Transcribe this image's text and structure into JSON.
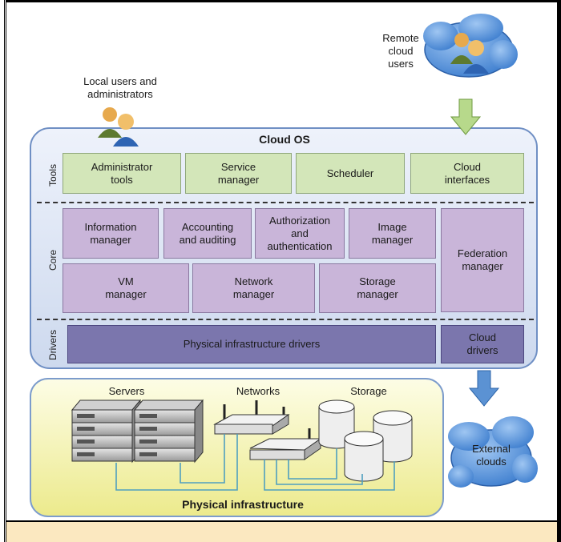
{
  "remote_users_label": "Remote\ncloud\nusers",
  "local_users_label": "Local users and\nadministrators",
  "cloud_os_title": "Cloud OS",
  "sections": {
    "tools": "Tools",
    "core": "Core",
    "drivers": "Drivers"
  },
  "tools": {
    "admin": "Administrator\ntools",
    "service": "Service\nmanager",
    "scheduler": "Scheduler",
    "cloud_if": "Cloud\ninterfaces"
  },
  "core": {
    "info": "Information\nmanager",
    "accounting": "Accounting\nand auditing",
    "authz": "Authorization\nand\nauthentication",
    "image": "Image\nmanager",
    "federation": "Federation\nmanager",
    "vm": "VM\nmanager",
    "network": "Network\nmanager",
    "storage": "Storage\nmanager"
  },
  "drivers": {
    "phys": "Physical infrastructure drivers",
    "cloud": "Cloud\ndrivers"
  },
  "infra": {
    "servers": "Servers",
    "networks": "Networks",
    "storage": "Storage",
    "title": "Physical infrastructure"
  },
  "external_clouds": "External\nclouds",
  "colors": {
    "tools": "#d3e6b9",
    "core": "#c9b5d9",
    "drivers": "#7b76ad",
    "cloud_os_bg": "#dfe7f5",
    "infra_bg": "#f6f4b6",
    "cloud_blue": "#4f8fd6",
    "arrow_green": "#b7d98b",
    "arrow_blue": "#5b92d3"
  }
}
